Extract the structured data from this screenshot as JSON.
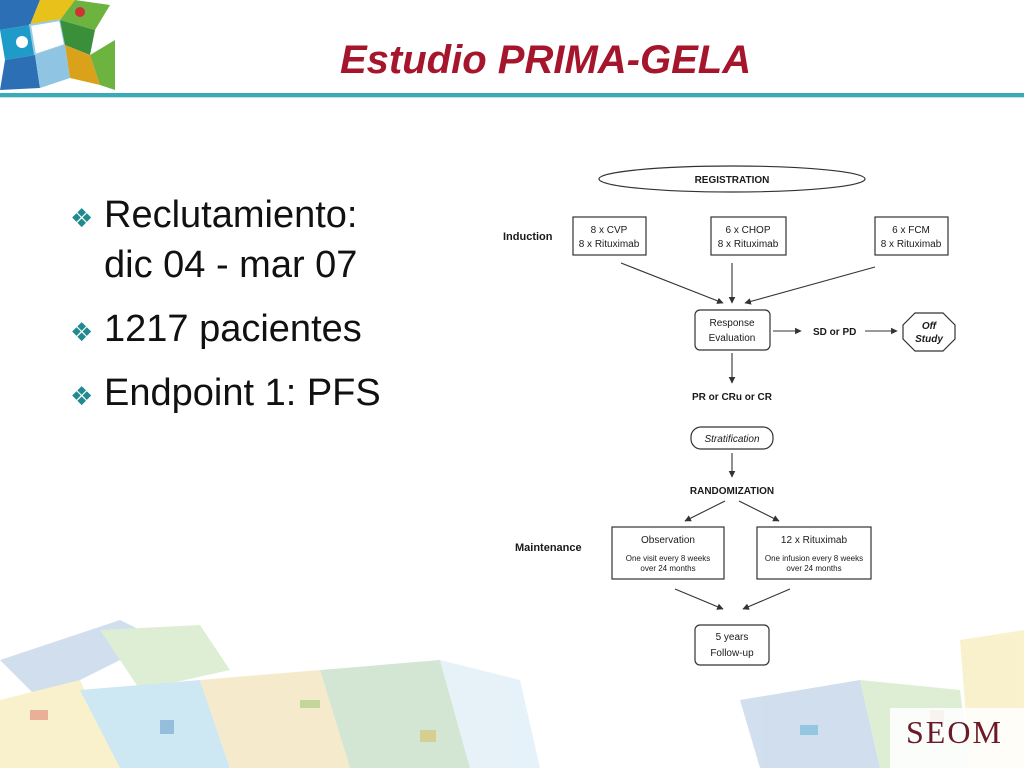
{
  "title": "Estudio PRIMA-GELA",
  "bullets": [
    {
      "line1": "Reclutamiento:",
      "line2": "dic 04 - mar 07"
    },
    {
      "line1": "1217 pacientes"
    },
    {
      "line1": "Endpoint 1: PFS"
    }
  ],
  "bullet_glyph": "❖",
  "flowchart": {
    "registration": "REGISTRATION",
    "phase_induction": "Induction",
    "arm1_line1": "8 x CVP",
    "arm1_line2": "8 x Rituximab",
    "arm2_line1": "6 x CHOP",
    "arm2_line2": "8 x Rituximab",
    "arm3_line1": "6 x FCM",
    "arm3_line2": "8 x Rituximab",
    "response_line1": "Response",
    "response_line2": "Evaluation",
    "sd_pd": "SD or PD",
    "off_line1": "Off",
    "off_line2": "Study",
    "pr_cr": "PR or CRu or CR",
    "stratification": "Stratification",
    "randomization": "RANDOMIZATION",
    "phase_maintenance": "Maintenance",
    "obs_title": "Observation",
    "obs_line1": "One visit every 8 weeks",
    "obs_line2": "over 24 months",
    "rit_title": "12 x Rituximab",
    "rit_line1": "One infusion every 8 weeks",
    "rit_line2": "over 24 months",
    "follow_line1": "5 years",
    "follow_line2": "Follow-up"
  },
  "logo": "SEOM",
  "colors": {
    "title": "#a5162c",
    "bullet_glyph": "#1f8a8f",
    "rule": "#3aa9b8",
    "logo": "#6a1a28"
  },
  "icons": [
    "mosaic-logo-icon",
    "bullet-diamond-icon",
    "seom-logo"
  ]
}
